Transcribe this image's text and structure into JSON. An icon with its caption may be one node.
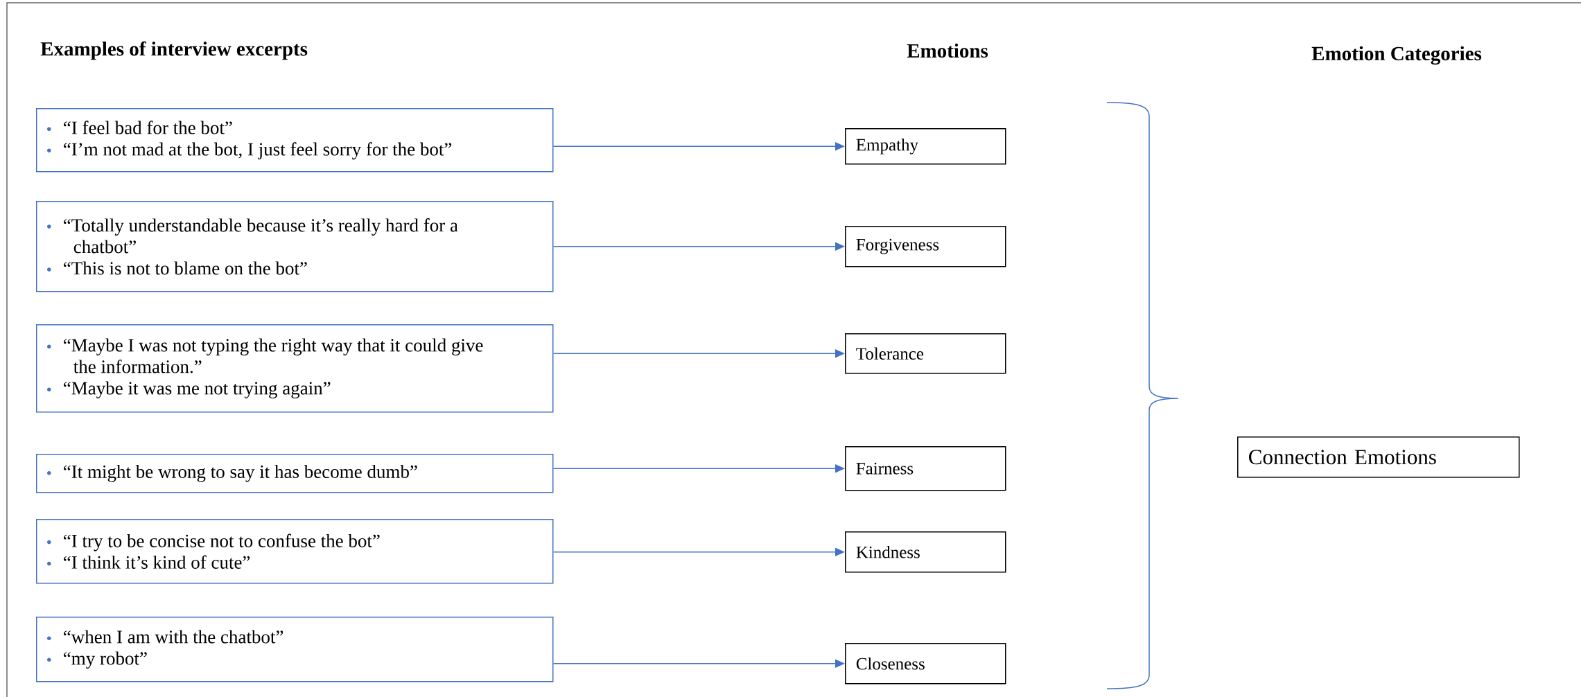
{
  "diagram": {
    "nodes": [
      {
        "text": [
          "“I feel bad for the bot”",
          "“I’m not mad at the bot, I just feel sorry for the bot”"
        ]
      },
      {
        "text": [
          "“Totally understandable because it’s really hard for a chatbot”",
          "“This is not to blame on the bot”"
        ]
      },
      {
        "text": [
          "“Maybe I was not typing the right way that it could give the information.”",
          "“Maybe it was me not trying again”"
        ]
      },
      {
        "text": [
          "“It might be wrong to say it has become dumb”"
        ]
      },
      {
        "text": [
          "“I try to be concise not to confuse the bot”",
          "“I think it’s kind of cute”"
        ]
      },
      {
        "text": [
          "“when I am with the chatbot”",
          "“my robot”"
        ]
      },
      {
        "text": [
          "Empathy"
        ]
      },
      {
        "text": [
          "Forgiveness"
        ]
      },
      {
        "text": [
          "Tolerance"
        ]
      },
      {
        "text": [
          "Fairness"
        ]
      },
      {
        "text": [
          "Kindness"
        ]
      },
      {
        "text": [
          "Closeness"
        ]
      },
      {
        "text": [
          "Connection Emotions"
        ]
      }
    ],
    "edges": [
      {
        "from": 0,
        "to": 6,
        "arrow": "to"
      },
      {
        "from": 1,
        "to": 7,
        "arrow": "to"
      },
      {
        "from": 2,
        "to": 8,
        "arrow": "to"
      },
      {
        "from": 3,
        "to": 9,
        "arrow": "to"
      },
      {
        "from": 4,
        "to": 10,
        "arrow": "to"
      },
      {
        "from": 5,
        "to": 11,
        "arrow": "to"
      }
    ],
    "labels": [
      "Examples of interview excerpts",
      "Emotions",
      "Emotion Categories"
    ]
  }
}
